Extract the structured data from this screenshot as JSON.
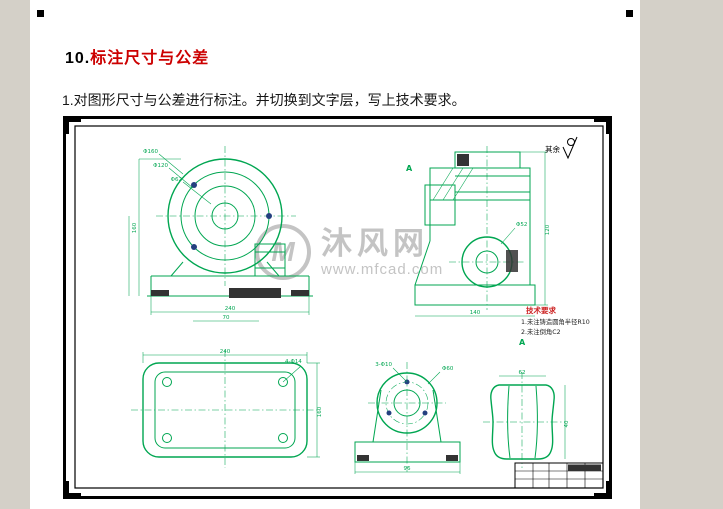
{
  "page": {
    "heading": {
      "number": "10.",
      "title": "标注尺寸与公差"
    },
    "body_text": "1.对图形尺寸与公差进行标注。并切换到文字层，写上技术要求。"
  },
  "drawing": {
    "surface_note": "其余",
    "tech_requirements": {
      "title": "技术要求",
      "item1": "1.未注铸造圆角半径R10",
      "item2": "2.未注倒角C2"
    },
    "section_label": "A",
    "watermark": {
      "logo": "M",
      "brand": "沐风网",
      "url": "www.mfcad.com"
    },
    "dims": {
      "front_d1": "Φ160",
      "front_d2": "Φ120",
      "front_d3": "Φ62",
      "front_h": "160",
      "front_w": "240",
      "front_w2": "70",
      "sec_d1": "Φ52",
      "sec_h": "120",
      "sec_w": "140",
      "plate_w": "240",
      "plate_h": "160",
      "plate_holes": "4-Φ14",
      "mid_d1": "Φ60",
      "mid_holes": "3-Φ10",
      "mid_w": "96",
      "side_w": "62",
      "side_h": "40"
    },
    "colors": {
      "line": "#00a651",
      "dot": "#24407f",
      "watermark": "#c4c4c4",
      "techred": "#cc2222",
      "headingred": "#cc0000"
    }
  }
}
